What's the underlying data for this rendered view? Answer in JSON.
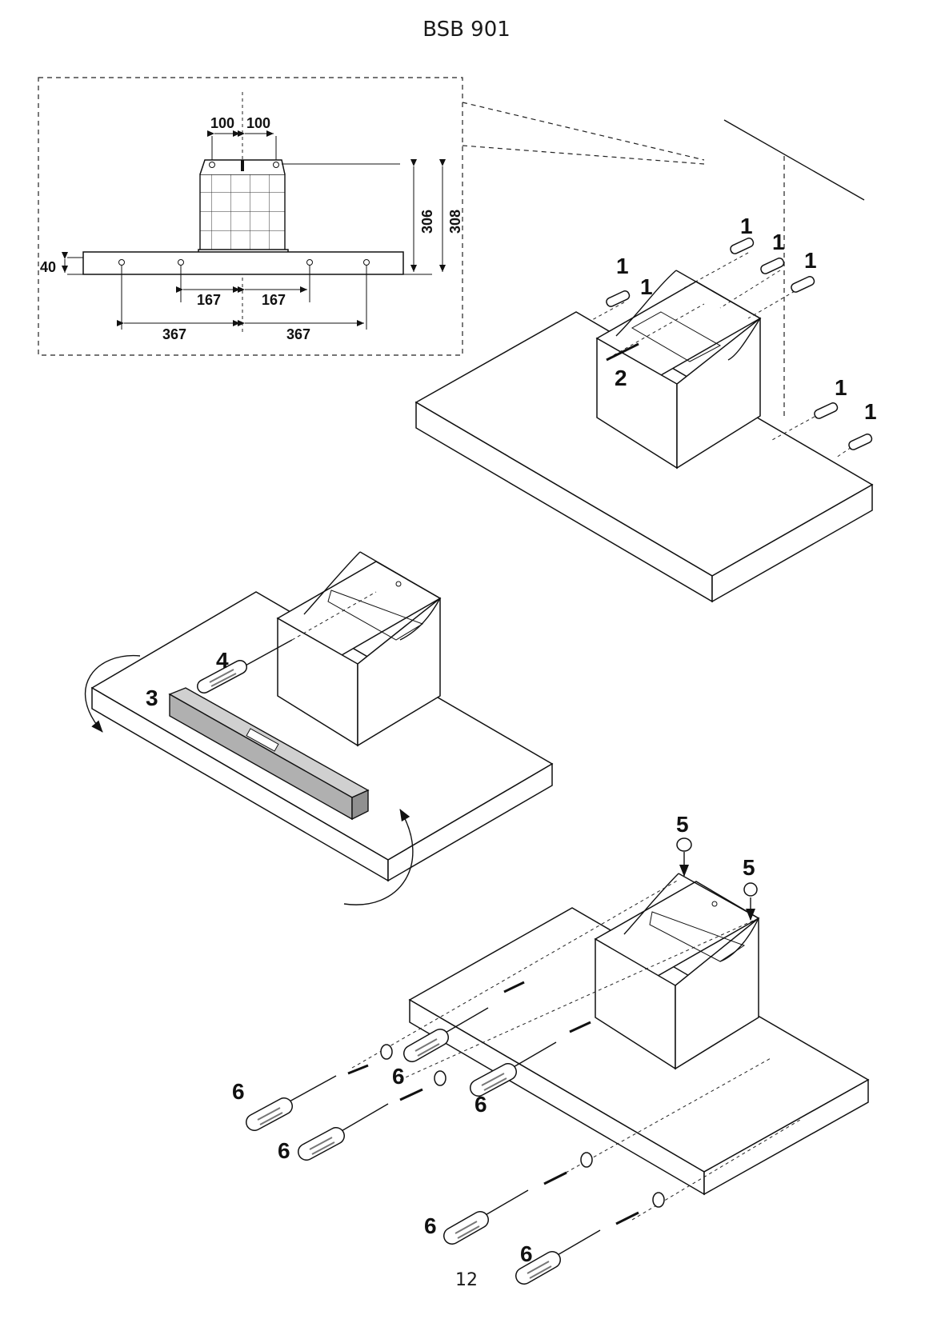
{
  "header": {
    "title": "BSB 901"
  },
  "footer": {
    "page_number": "12"
  },
  "dimension_drawing": {
    "dims": {
      "half_spacing_left": "100",
      "half_spacing_right": "100",
      "height_inner": "306",
      "height_outer": "308",
      "side_offset": "40",
      "inner_left": "167",
      "inner_right": "167",
      "outer_left": "367",
      "outer_right": "367"
    }
  },
  "step1": {
    "callouts": [
      "1",
      "1",
      "1",
      "1",
      "1",
      "2",
      "1",
      "1"
    ]
  },
  "step2": {
    "callouts": [
      "4",
      "3"
    ]
  },
  "step3": {
    "callouts": [
      "5",
      "5",
      "6",
      "6",
      "6",
      "6",
      "6",
      "6"
    ]
  }
}
